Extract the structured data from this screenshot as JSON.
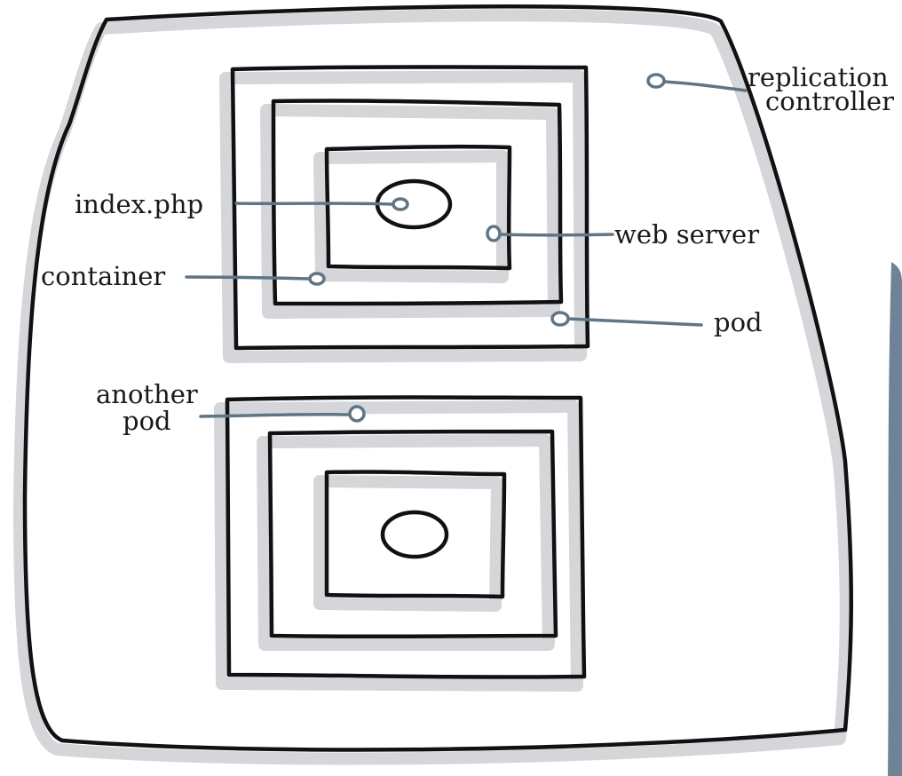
{
  "labels": {
    "replication_controller": [
      "replication",
      "controller"
    ],
    "index_php": "index.php",
    "web_server": "web server",
    "container": "container",
    "pod": "pod",
    "another_pod": [
      "another",
      "pod"
    ]
  },
  "colors": {
    "ink": "#111111",
    "pointer": "#5f7586",
    "shadow": "#d4d6d9",
    "edge_stripe": "#6e8496"
  }
}
